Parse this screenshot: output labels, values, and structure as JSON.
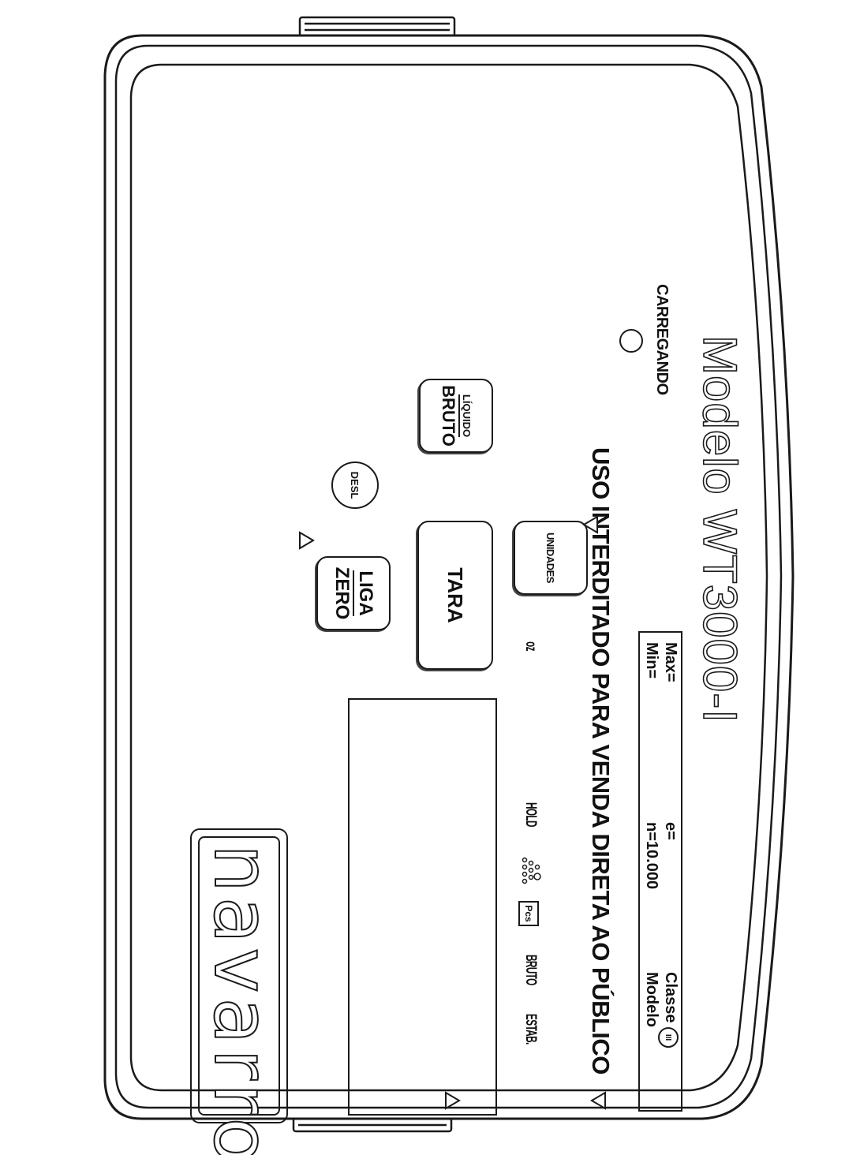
{
  "brand": {
    "logo_text": "navarro"
  },
  "model": {
    "label": "Modelo WT3000-I"
  },
  "notice": {
    "text": "USO INTERDITADO PARA VENDA DIRETA AO PÚBLICO"
  },
  "buttons": {
    "desl": "DESL",
    "liga": "LIGA",
    "zero": "ZERO",
    "tara": "TARA",
    "liquido": "LÍQUIDO",
    "bruto": "BRUTO",
    "unidades": "UNIDADES"
  },
  "charging": {
    "label": "CARREGANDO"
  },
  "indicators": {
    "estab": "ESTAB.",
    "bruto": "BRUTO",
    "pcs": "Pcs",
    "hold": "HOLD",
    "oz": "oz"
  },
  "spec_plate": {
    "max": "Max=",
    "min": "Min=",
    "e": "e=",
    "n": "n=10.000",
    "classe": "Classe",
    "classe_symbol": "III",
    "modelo": "Modelo"
  },
  "colors": {
    "ink": "#1a1a1a",
    "background": "#ffffff"
  }
}
